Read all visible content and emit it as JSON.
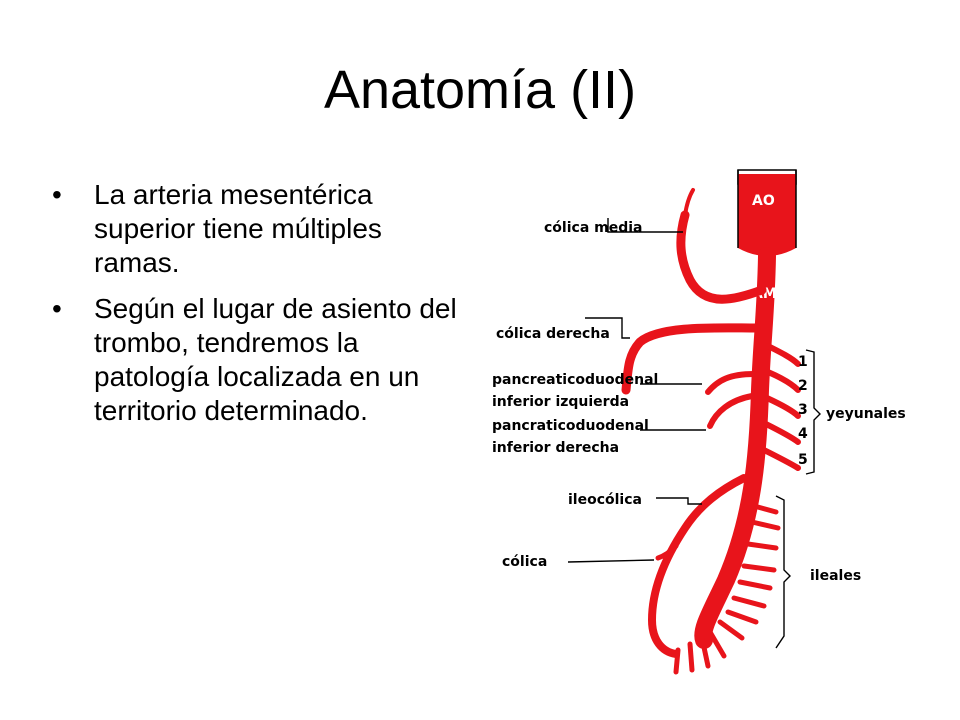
{
  "slide": {
    "title": "Anatomía (II)",
    "bullets": [
      "La arteria mesentérica superior tiene múltiples ramas.",
      "Según el lugar de asiento del trombo, tendremos la patología localizada en un territorio determinado."
    ]
  },
  "diagram": {
    "labels": {
      "ao": "AO",
      "ams": "AMS",
      "colica_media": "cólica media",
      "colica_derecha": "cólica derecha",
      "pancreaticoduodenal_izq_1": "pancreaticoduodenal",
      "pancreaticoduodenal_izq_2": "inferior izquierda",
      "pancreaticoduodenal_der_1": "pancraticoduodenal",
      "pancreaticoduodenal_der_2": "inferior derecha",
      "ileocolica": "ileocólica",
      "colica": "cólica",
      "yeyunales": "yeyunales",
      "ileales": "ileales"
    },
    "jejunal_numbers": [
      "1",
      "2",
      "3",
      "4",
      "5"
    ],
    "colors": {
      "artery": "#e8141b",
      "ink": "#000000"
    }
  }
}
